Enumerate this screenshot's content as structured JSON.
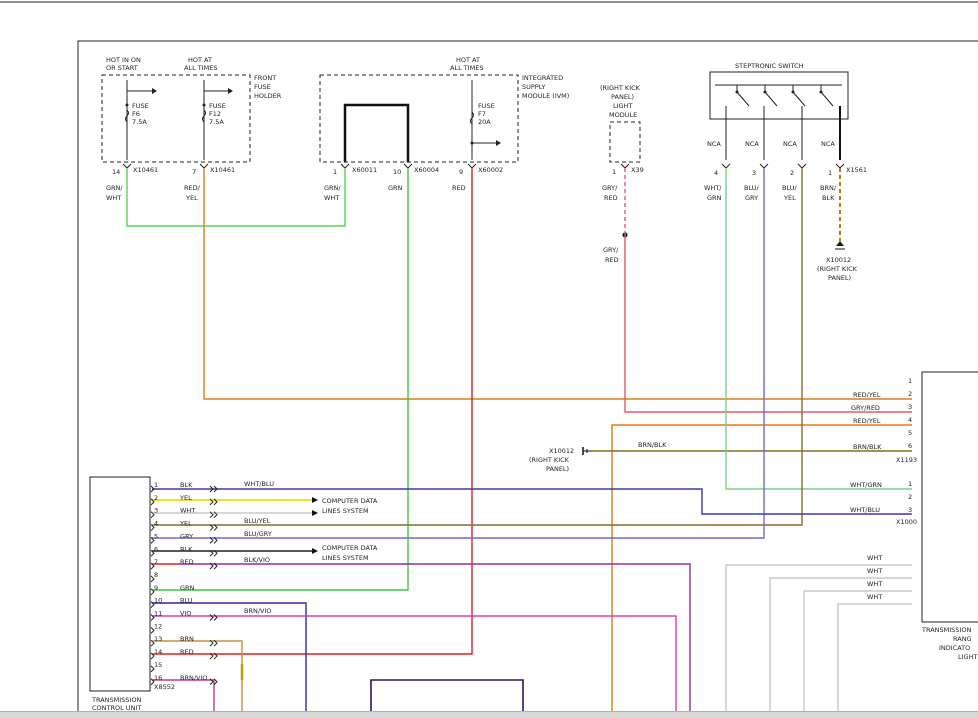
{
  "front_fuse_holder": {
    "label": [
      "FRONT",
      "FUSE",
      "HOLDER"
    ],
    "hot_run": [
      "HOT IN ON",
      "OR START"
    ],
    "hot_always": [
      "HOT AT",
      "ALL TIMES"
    ],
    "fuse_f6": [
      "FUSE",
      "F6",
      "7.5A"
    ],
    "fuse_f12": [
      "FUSE",
      "F12",
      "7.5A"
    ],
    "pin_left": "14",
    "pin_right": "7",
    "conn_left": "X10461",
    "conn_right": "X10461",
    "wire_left": [
      "GRN/",
      "WHT"
    ],
    "wire_right": [
      "RED/",
      "YEL"
    ]
  },
  "ism": {
    "label": [
      "INTEGRATED",
      "SUPPLY",
      "MODULE (IVM)"
    ],
    "hot_always": [
      "HOT AT",
      "ALL TIMES"
    ],
    "fuse_f7": [
      "FUSE",
      "F7",
      "20A"
    ],
    "pin1": "1",
    "conn1": "X60011",
    "wire1": [
      "GRN/",
      "WHT"
    ],
    "pin10": "10",
    "conn10": "X60004",
    "wire10": "GRN",
    "pin9": "9",
    "conn9": "X60002",
    "wire9": "RED"
  },
  "light_module": {
    "label": [
      "(RIGHT KICK",
      "PANEL)",
      "LIGHT",
      "MODULE"
    ],
    "pin": "1",
    "conn": "X39",
    "wire_top": [
      "GRY/",
      "RED"
    ],
    "wire_bottom": [
      "GRY/",
      "RED"
    ]
  },
  "steptronic": {
    "label": "STEPTRONIC SWITCH",
    "nca": [
      "NCA",
      "NCA",
      "NCA",
      "NCA"
    ],
    "pins": [
      "4",
      "3",
      "2",
      "1"
    ],
    "conn": "X1561",
    "wires": [
      [
        "WHT/",
        "GRN"
      ],
      [
        "BLU/",
        "GRY"
      ],
      [
        "BLU/",
        "YEL"
      ],
      [
        "BRN/",
        "BLK"
      ]
    ],
    "ground_conn": [
      "X10012",
      "(RIGHT KICK",
      "PANEL)"
    ]
  },
  "ground_left": [
    "X10012",
    "(RIGHT KICK",
    "PANEL)"
  ],
  "right_connectors": {
    "x1193": {
      "name": "X1193",
      "pins": [
        "1",
        "2",
        "3",
        "4",
        "5",
        "6"
      ],
      "wires": [
        "RED/YEL",
        "GRY/RED",
        "RED/YEL",
        "BRN/BLK"
      ],
      "inline_wire": "BRN/BLK"
    },
    "x1000": {
      "name": "X1000",
      "pins": [
        "1",
        "2",
        "3"
      ],
      "wires": [
        "WHT/GRN",
        "WHT/BLU"
      ]
    },
    "wht_wires": [
      "WHT",
      "WHT",
      "WHT",
      "WHT"
    ],
    "component_label": [
      "TRANSMISSION",
      "RANG",
      "INDICATO",
      "LIGHT"
    ]
  },
  "tcu": {
    "label": [
      "TRANSMISSION",
      "CONTROL UNIT"
    ],
    "conn": "X8552",
    "pins": [
      "1",
      "2",
      "3",
      "4",
      "5",
      "6",
      "7",
      "8",
      "9",
      "10",
      "11",
      "12",
      "13",
      "14",
      "15",
      "16"
    ],
    "colors": [
      "BLK",
      "YEL",
      "WHT",
      "YEL",
      "GRY",
      "BLK",
      "RED",
      "",
      "GRN",
      "BLU",
      "VIO",
      "",
      "BRN",
      "RED",
      "",
      "BRN/VIO"
    ],
    "wire_labels": {
      "w1": "WHT/BLU",
      "w4": "BLU/YEL",
      "w5": "BLU/GRY",
      "w7": "BLK/VIO",
      "w11": "BRN/VIO"
    },
    "data_lines": [
      "COMPUTER DATA",
      "LINES SYSTEM"
    ]
  },
  "colors": {
    "grn_wht": "#55d655",
    "red_yel": "#e07a1a",
    "grn": "#3ec83e",
    "red": "#e02020",
    "gry_red": "#e05a70",
    "wht_grn": "#7ad27a",
    "blu_gry": "#6a6ae0",
    "blu_yel": "#8a6a30",
    "brn_blk": "#8a6a1a",
    "yel": "#f0e020",
    "blk_vio": "#9a2a9a",
    "blu": "#2a2aa0",
    "vio": "#e03ab0",
    "brn": "#c09040",
    "brn_vio": "#c03a80",
    "wht": "#c8c8c8"
  }
}
